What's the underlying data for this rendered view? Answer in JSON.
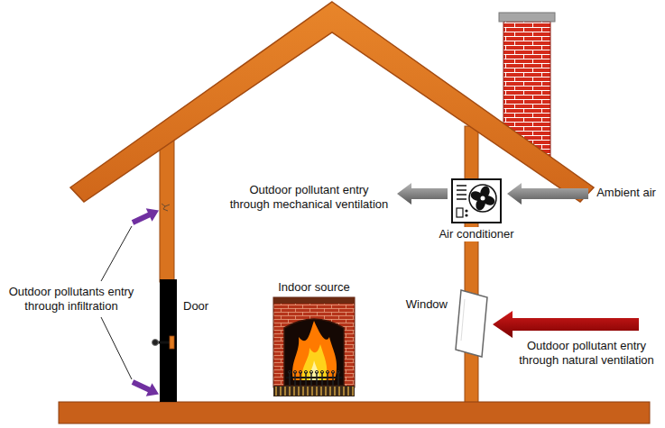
{
  "diagram": {
    "nodes": [
      {
        "text": [
          "Air conditioner"
        ]
      },
      {
        "text": [
          "Door"
        ]
      },
      {
        "text": [
          "Indoor source"
        ]
      },
      {
        "text": [
          "Window"
        ]
      }
    ],
    "labels": [
      "Outdoor pollutant entry through mechanical ventilation",
      "Ambient air",
      "Outdoor pollutants entry through infiltration",
      "Outdoor pollutant entry through natural ventilation"
    ]
  }
}
